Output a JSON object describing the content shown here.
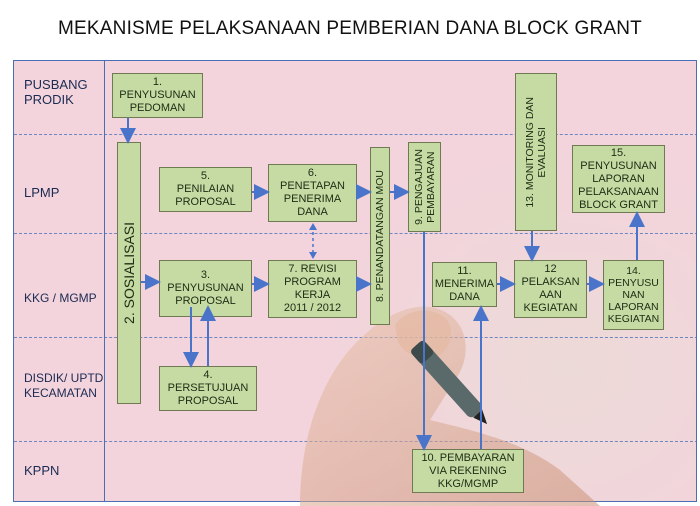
{
  "title": "MEKANISME PELAKSANAAN PEMBERIAN DANA BLOCK GRANT",
  "lanes": [
    {
      "label": "PUSBANG\nPRODIK"
    },
    {
      "label": "LPMP"
    },
    {
      "label": "KKG / MGMP"
    },
    {
      "label": "DISDIK/ UPTD\nKECAMATAN"
    },
    {
      "label": "KPPN"
    }
  ],
  "boxes": {
    "b1": "1.\nPENYUSUNAN\nPEDOMAN",
    "b2": "2. SOSIALISASI",
    "b3": "3.\nPENYUSUNAN\nPROPOSAL",
    "b4": "4.\nPERSETUJUAN\nPROPOSAL",
    "b5": "5.\nPENILAIAN\nPROPOSAL",
    "b6": "6.\nPENETAPAN\nPENERIMA\nDANA",
    "b7": "7. REVISI\nPROGRAM\nKERJA\n2011 / 2012",
    "b8": "8. PENANDATANGAN MOU",
    "b9": "9. PENGAJUAN\nPEMBAYARAN",
    "b10": "10. PEMBAYARAN\nVIA REKENING\nKKG/MGMP",
    "b11": "11.\nMENERIMA\nDANA",
    "b12": "12\nPELAKSAN\nAAN\nKEGIATAN",
    "b13": "13. MONITORING  DAN\nEVALUASI",
    "b14": "14.\nPENYUSU\nNAN\nLAPORAN\nKEGIATAN",
    "b15": "15.\nPENYUSUNAN\nLAPORAN\nPELAKSANAAN\nBLOCK GRANT"
  },
  "colors": {
    "box_fill": "#c6dba3",
    "lane_bg": "#f3d3dc",
    "arrow": "#4a74c9",
    "border": "#4a6fb5"
  }
}
